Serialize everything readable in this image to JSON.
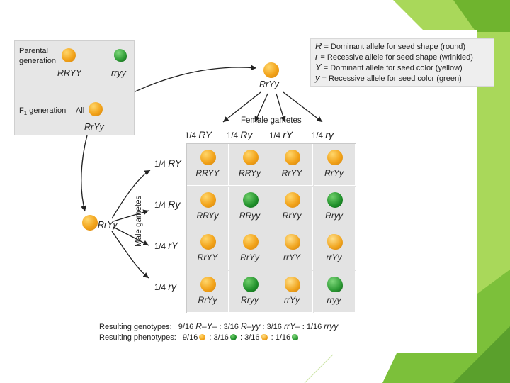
{
  "legend": [
    {
      "symbol": "R",
      "text": " = Dominant allele for seed shape (round)"
    },
    {
      "symbol": "r",
      "text": " = Recessive allele for seed shape (wrinkled)"
    },
    {
      "symbol": "Y",
      "text": " = Dominant allele for seed color (yellow)"
    },
    {
      "symbol": "y",
      "text": " = Recessive allele for seed color (green)"
    }
  ],
  "parental": {
    "label_line1": "Parental",
    "label_line2": "generation",
    "genotype_left": "RRYY",
    "genotype_right": "rryy",
    "f1_label": "F",
    "f1_sub": "1",
    "f1_rest": " generation",
    "all_label": "All",
    "f1_genotype": "RrYy"
  },
  "top_pea_genotype": "RrYy",
  "female_gametes_label": "Female gametes",
  "female_gametes": [
    {
      "fraction": "1/4",
      "allele": "RY"
    },
    {
      "fraction": "1/4",
      "allele": "Ry"
    },
    {
      "fraction": "1/4",
      "allele": "rY"
    },
    {
      "fraction": "1/4",
      "allele": "ry"
    }
  ],
  "left_pea_genotype": "RrYy",
  "male_gametes_label": "Male gametes",
  "male_gametes": [
    {
      "fraction": "1/4",
      "allele": "RY"
    },
    {
      "fraction": "1/4",
      "allele": "Ry"
    },
    {
      "fraction": "1/4",
      "allele": "rY"
    },
    {
      "fraction": "1/4",
      "allele": "ry"
    }
  ],
  "grid": [
    [
      {
        "g": "RRYY",
        "p": "yr"
      },
      {
        "g": "RRYy",
        "p": "yr"
      },
      {
        "g": "RrYY",
        "p": "yr"
      },
      {
        "g": "RrYy",
        "p": "yr"
      }
    ],
    [
      {
        "g": "RRYy",
        "p": "yr"
      },
      {
        "g": "RRyy",
        "p": "gr"
      },
      {
        "g": "RrYy",
        "p": "yr"
      },
      {
        "g": "Rryy",
        "p": "gr"
      }
    ],
    [
      {
        "g": "RrYY",
        "p": "yr"
      },
      {
        "g": "RrYy",
        "p": "yr"
      },
      {
        "g": "rrYY",
        "p": "yw"
      },
      {
        "g": "rrYy",
        "p": "yw"
      }
    ],
    [
      {
        "g": "RrYy",
        "p": "yr"
      },
      {
        "g": "Rryy",
        "p": "gr"
      },
      {
        "g": "rrYy",
        "p": "yw"
      },
      {
        "g": "rryy",
        "p": "gw"
      }
    ]
  ],
  "results": {
    "genotypes_label": "Resulting genotypes:",
    "genotypes": [
      {
        "frac": "9/16",
        "geno": "R–Y–",
        "sep": " : "
      },
      {
        "frac": "3/16",
        "geno": "R–yy",
        "sep": " : "
      },
      {
        "frac": "3/16",
        "geno": "rrY–",
        "sep": " : "
      },
      {
        "frac": "1/16",
        "geno": "rryy",
        "sep": ""
      }
    ],
    "phenotypes_label": "Resulting phenotypes:",
    "phenotypes": [
      {
        "frac": "9/16",
        "pea": "yr",
        "sep": " : "
      },
      {
        "frac": "3/16",
        "pea": "gr",
        "sep": " : "
      },
      {
        "frac": "3/16",
        "pea": "yw",
        "sep": " : "
      },
      {
        "frac": "1/16",
        "pea": "gw",
        "sep": ""
      }
    ]
  },
  "colors": {
    "accent_green_light": "#9bd24a",
    "accent_green_dark": "#5aa02c",
    "pea_yellow": "#f2a31a",
    "pea_green": "#1f8f2a"
  }
}
